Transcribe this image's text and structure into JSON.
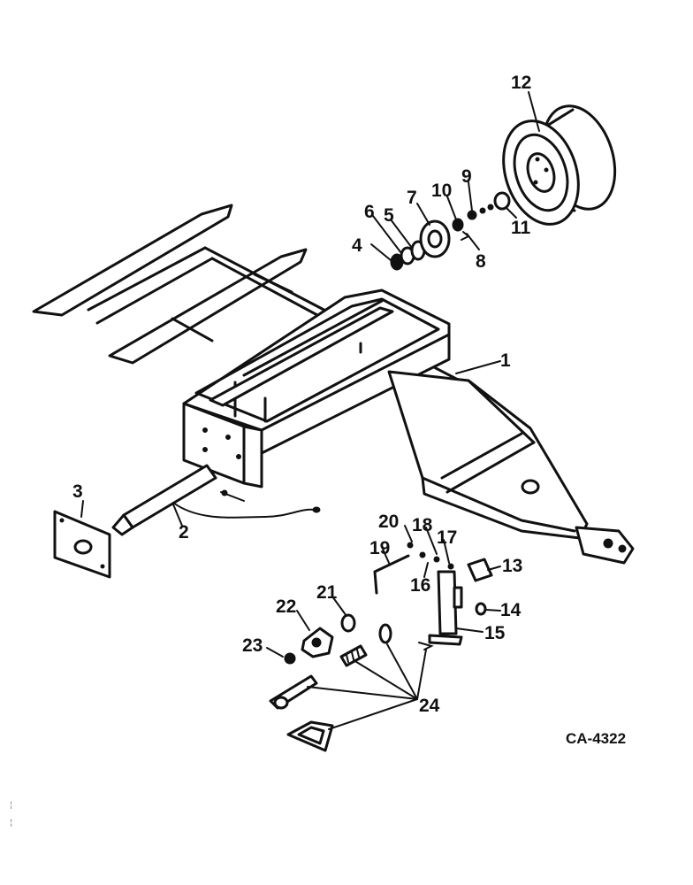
{
  "diagram": {
    "callouts": {
      "c1": "1",
      "c2": "2",
      "c3": "3",
      "c4": "4",
      "c5": "5",
      "c6": "6",
      "c7": "7",
      "c8": "8",
      "c9": "9",
      "c10": "10",
      "c11": "11",
      "c12": "12",
      "c13": "13",
      "c14": "14",
      "c15": "15",
      "c16": "16",
      "c17": "17",
      "c18": "18",
      "c19": "19",
      "c20": "20",
      "c21": "21",
      "c22": "22",
      "c23": "23",
      "c24": "24"
    },
    "figure_code": "CA-4322",
    "margin_marks": [
      "¦",
      "¦"
    ]
  }
}
